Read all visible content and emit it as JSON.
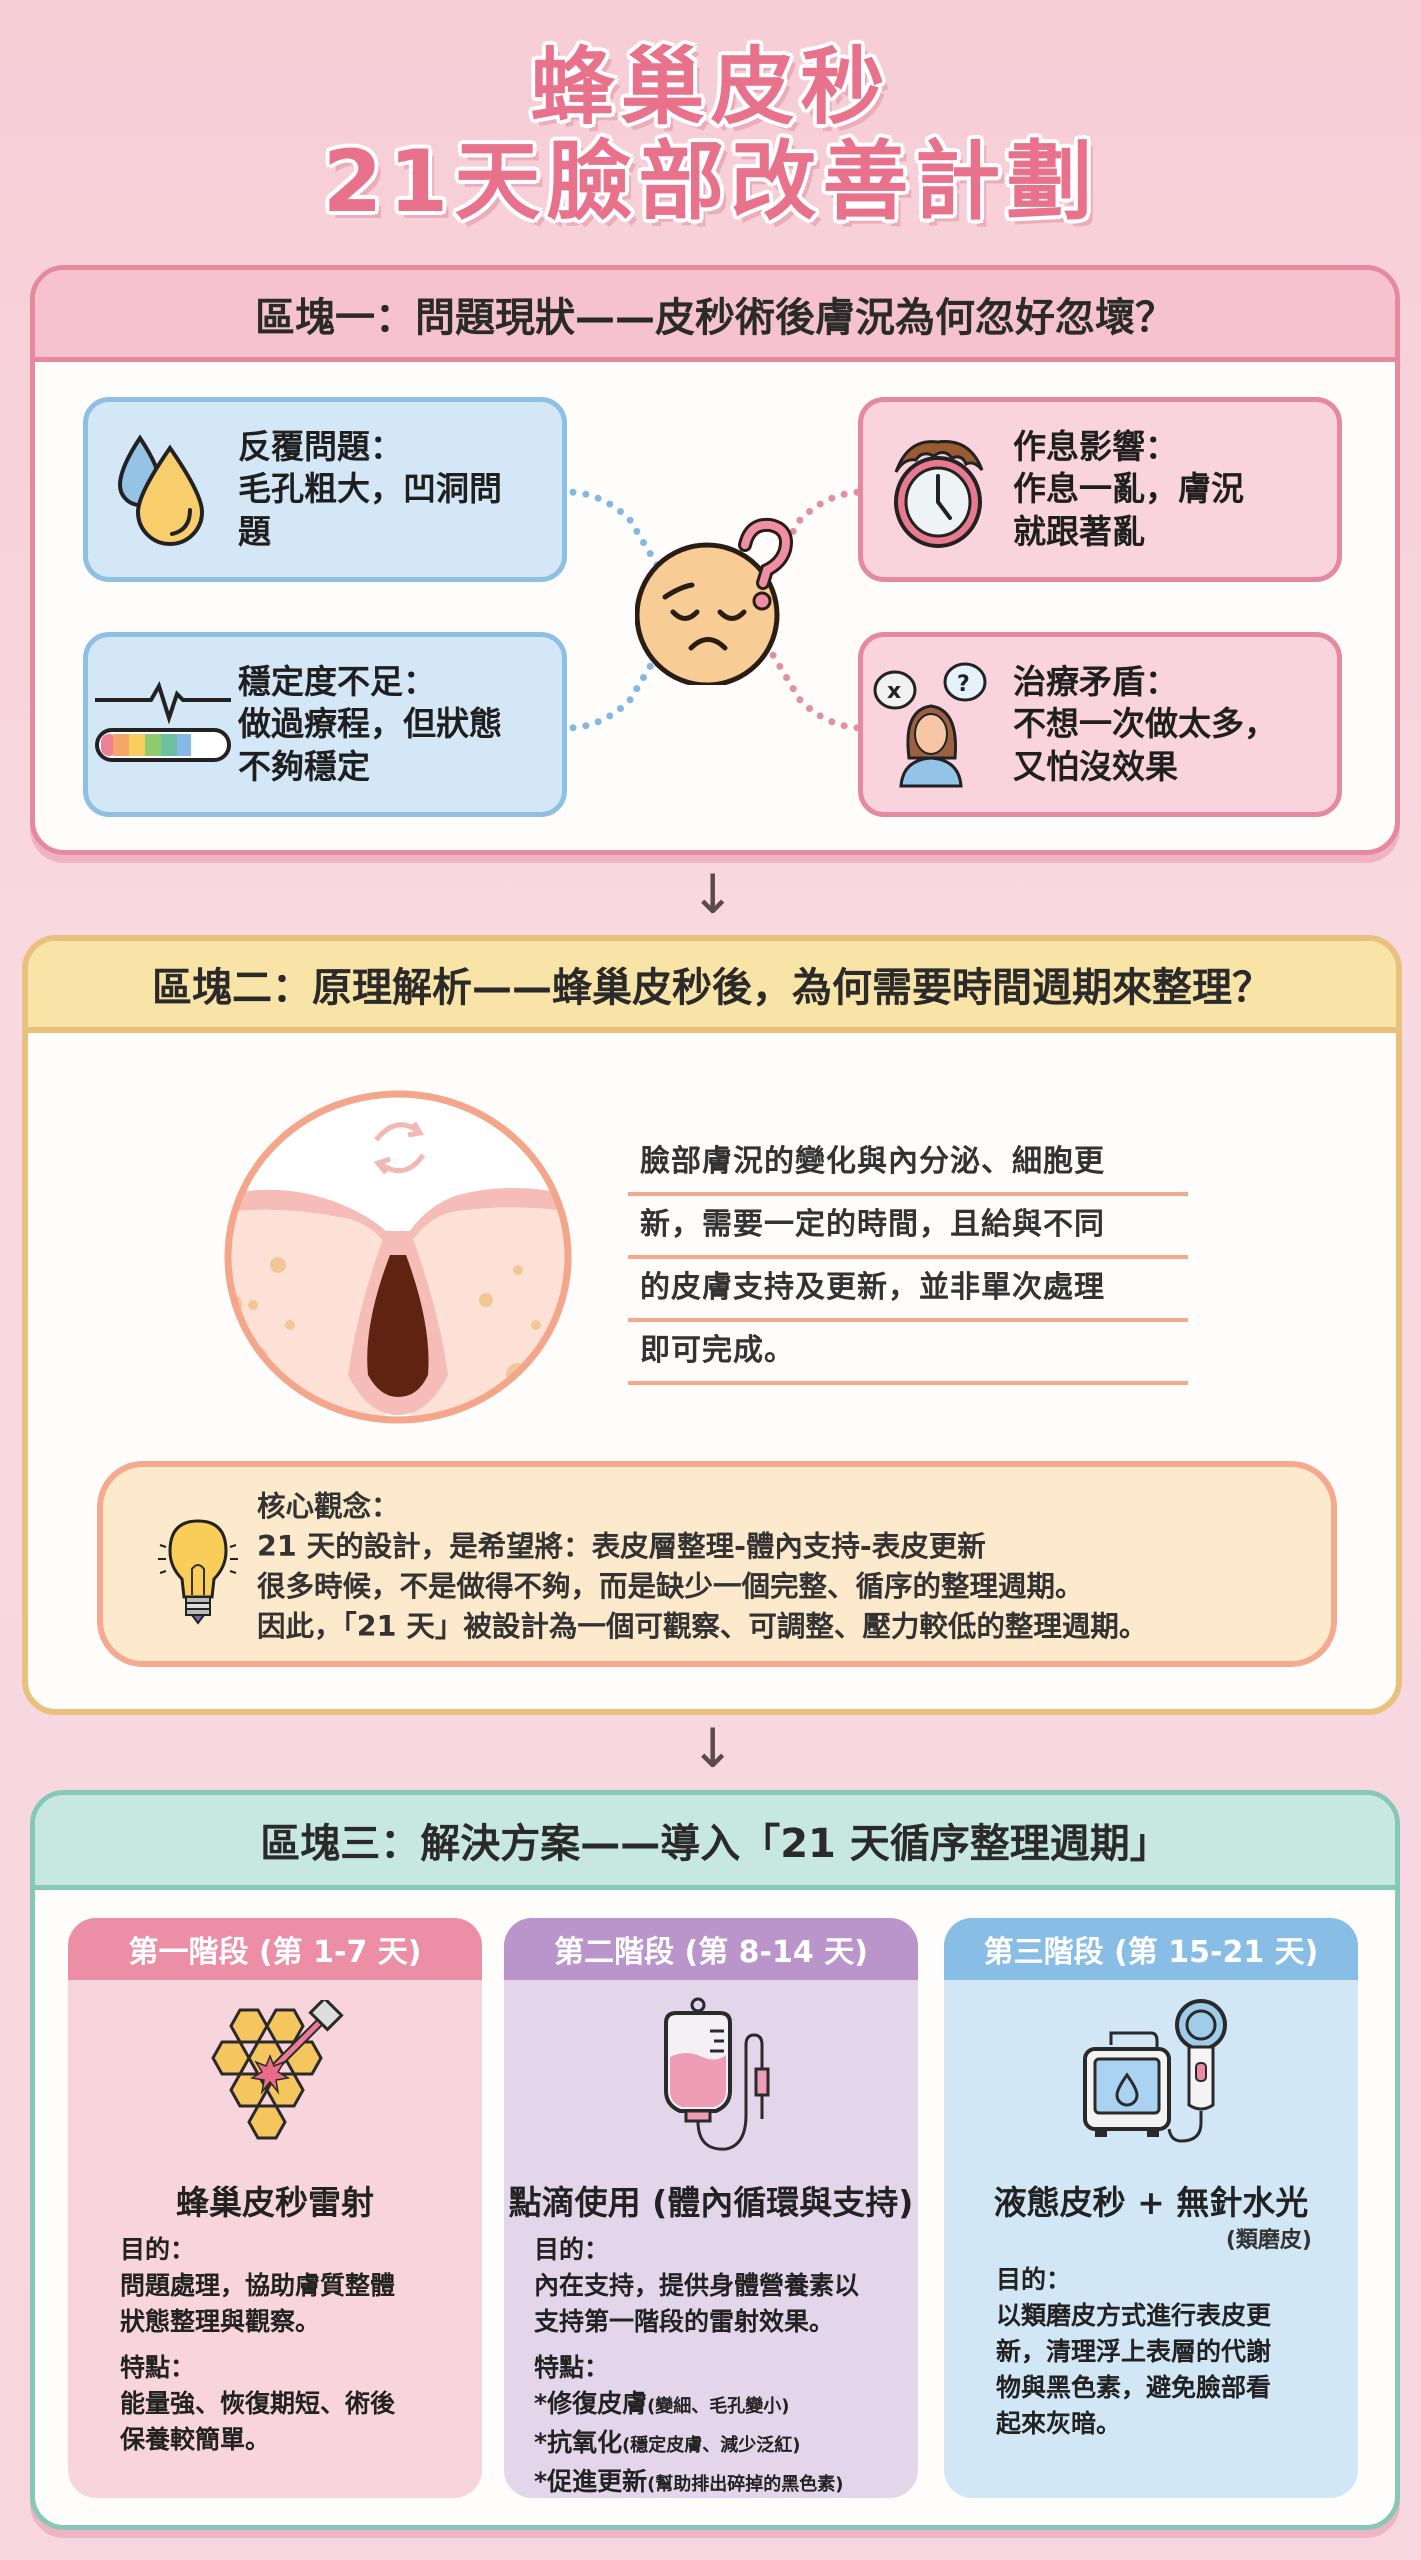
{
  "title": {
    "line1": "蜂巢皮秒",
    "line2": "21天臉部改善計劃"
  },
  "block1": {
    "heading": "區塊一：問題現狀——皮秒術後膚況為何忽好忽壞？",
    "center_icon": "worried-face-with-question-mark-icon",
    "cards": [
      {
        "icon": "oil-drops-icon",
        "text": "反覆問題：\n毛孔粗大，凹洞問\n題",
        "color": "blue"
      },
      {
        "icon": "messy-alarm-clock-icon",
        "text": "作息影響：\n作息一亂，膚況\n就跟著亂",
        "color": "pink"
      },
      {
        "icon": "heartbeat-progress-bar-icon",
        "text": "穩定度不足：\n做過療程，但狀態\n不夠穩定",
        "color": "blue"
      },
      {
        "icon": "confused-woman-speech-bubbles-icon",
        "text": "治療矛盾：\n不想一次做太多，\n又怕沒效果",
        "color": "pink"
      }
    ]
  },
  "block2": {
    "heading": "區塊二：原理解析——蜂巢皮秒後，為何需要時間週期來整理？",
    "illustration": "skin-pore-cross-section-icon",
    "paragraph_lines": [
      "臉部膚況的變化與內分泌、細胞更",
      "新，需要一定的時間，且給與不同",
      "的皮膚支持及更新，並非單次處理",
      "即可完成。"
    ],
    "concept": {
      "icon": "lightbulb-icon",
      "lines": [
        "核心觀念：",
        "21 天的設計，是希望將：表皮層整理-體內支持-表皮更新",
        "很多時候，不是做得不夠，而是缺少一個完整、循序的整理週期。",
        "因此，「21 天」被設計為一個可觀察、可調整、壓力較低的整理週期。"
      ]
    }
  },
  "block3": {
    "heading": "區塊三：解決方案——導入「21 天循序整理週期」",
    "phases": [
      {
        "header": "第一階段 (第 1-7 天)",
        "icon": "honeycomb-laser-icon",
        "name": "蜂巢皮秒雷射",
        "purpose_label": "目的：",
        "purpose": "問題處理，協助膚質整體\n狀態整理與觀察。",
        "feature_label": "特點：",
        "feature": "能量強、恢復期短、術後\n保養較簡單。"
      },
      {
        "header": "第二階段 (第 8-14 天)",
        "icon": "iv-drip-bag-icon",
        "name": "點滴使用 (體內循環與支持)",
        "purpose_label": "目的：",
        "purpose": "內在支持，提供身體營養素以\n支持第一階段的雷射效果。",
        "feature_label": "特點：",
        "features": [
          {
            "main": "*修復皮膚",
            "note": "(變細、毛孔變小)"
          },
          {
            "main": "*抗氧化",
            "note": "(穩定皮膚、減少泛紅)"
          },
          {
            "main": "*促進更新",
            "note": "(幫助排出碎掉的黑色素)"
          }
        ]
      },
      {
        "header": "第三階段 (第 15-21 天)",
        "icon": "hydrafacial-machine-icon",
        "name": "液態皮秒 + 無針水光",
        "sub_name": "(類磨皮)",
        "purpose_label": "目的：",
        "purpose": "以類磨皮方式進行表皮更\n新，清理浮上表層的代謝\n物與黑色素，避免臉部看\n起來灰暗。"
      }
    ]
  },
  "colors": {
    "background": "#f8d6df",
    "title": "#e8718c",
    "block1_border": "#e7899e",
    "block2_border": "#e9c07c",
    "block3_border": "#86c8b8",
    "phase1": "#ec8fa6",
    "phase2": "#ba95cc",
    "phase3": "#88bde6"
  }
}
